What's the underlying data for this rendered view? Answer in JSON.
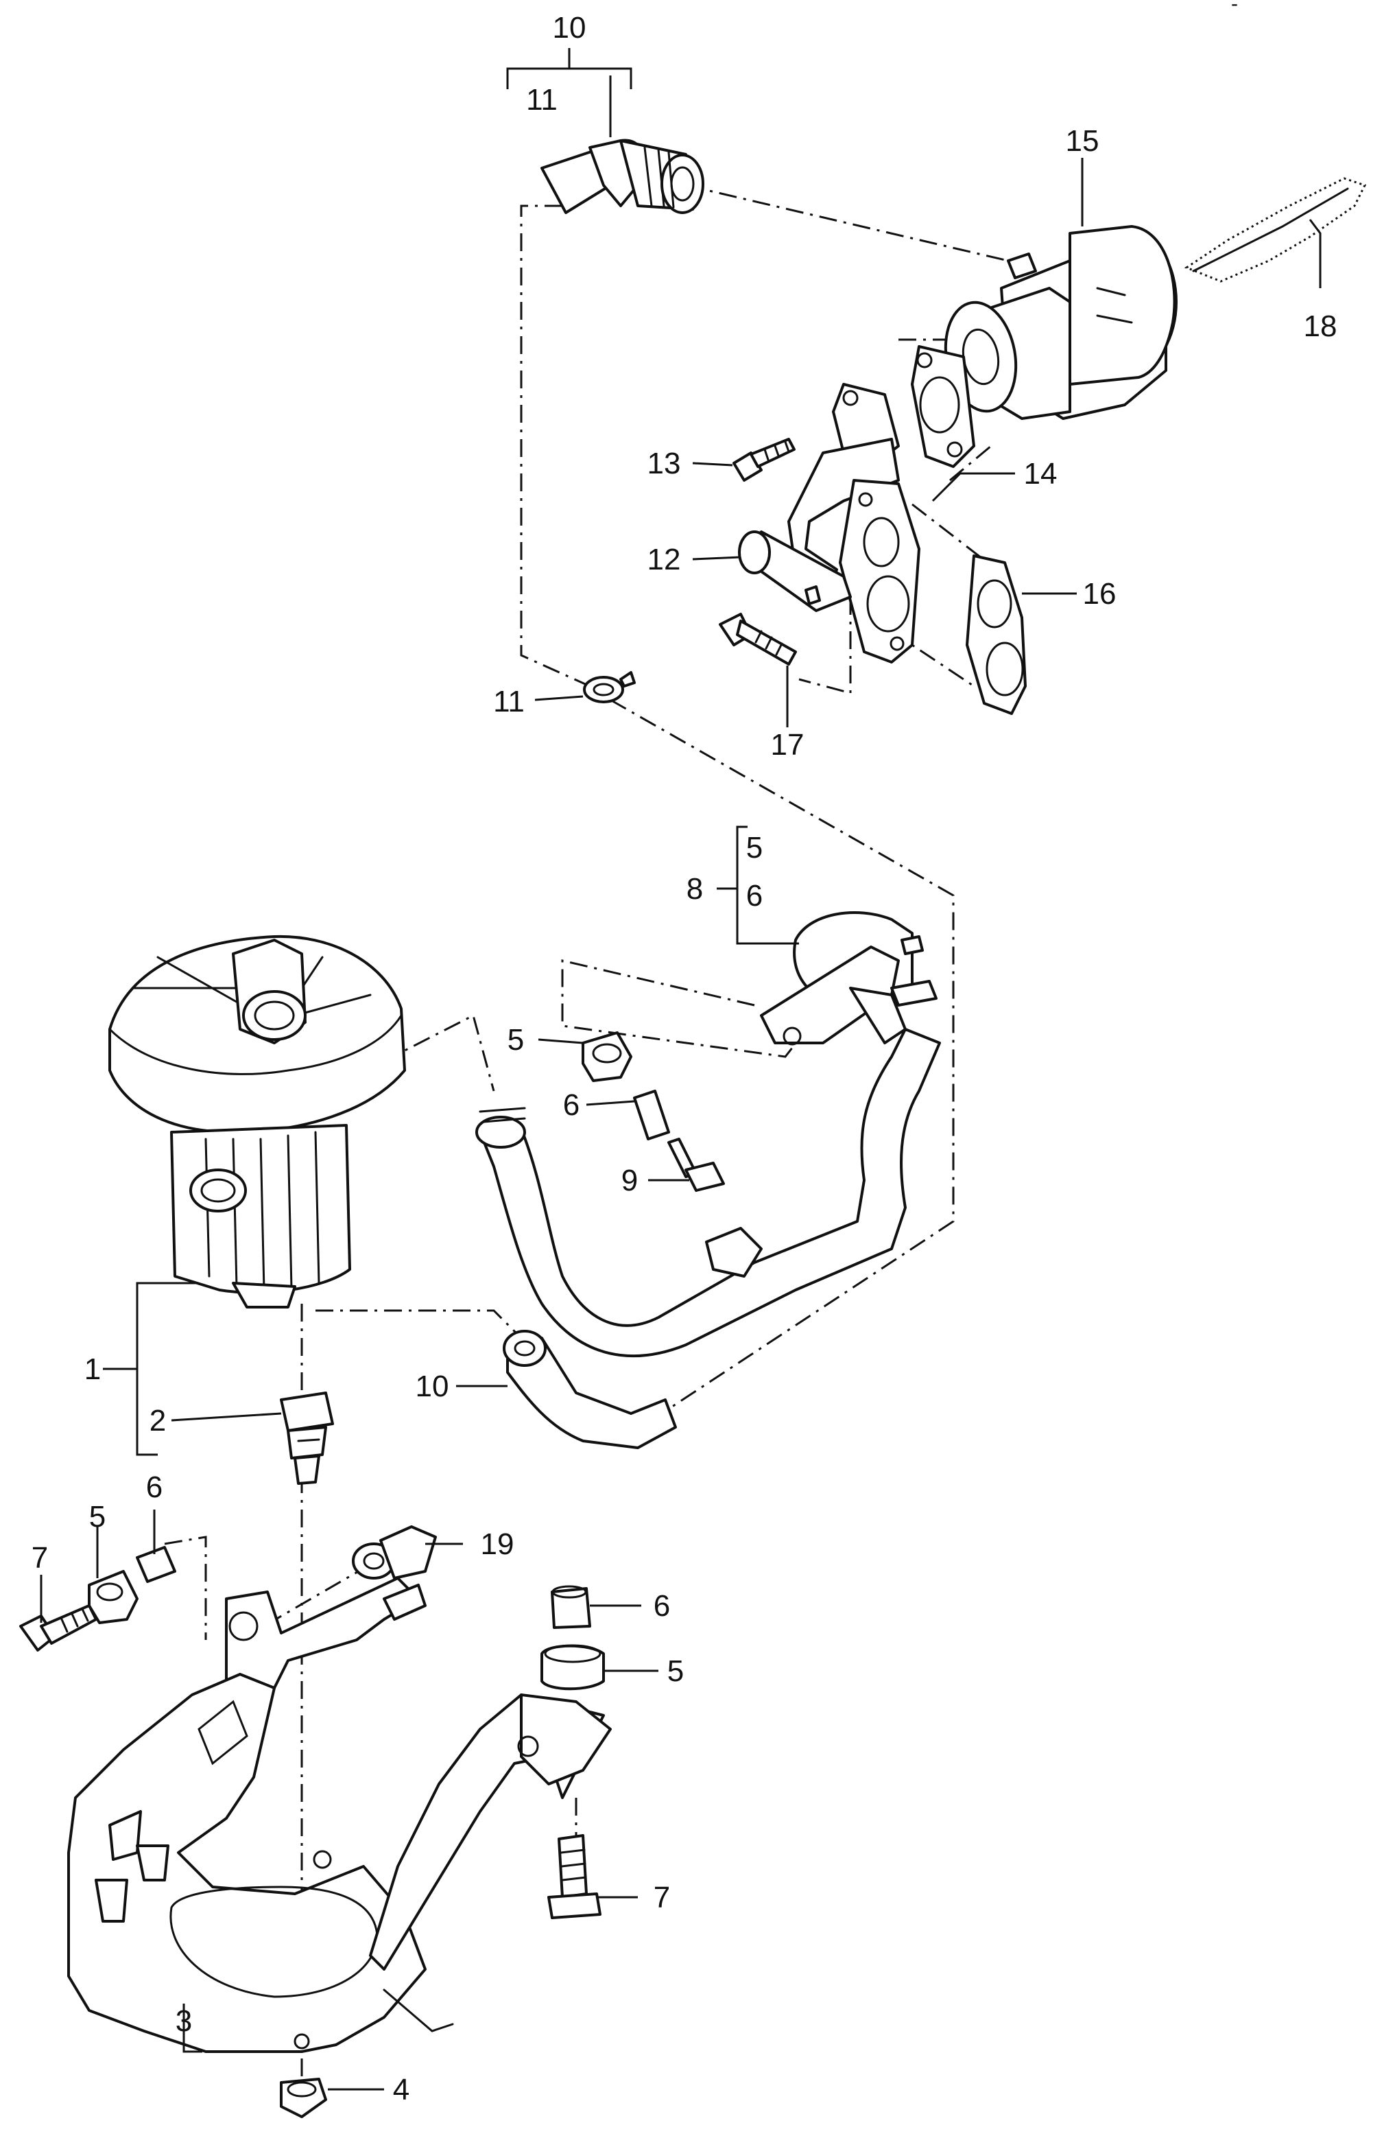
{
  "diagram": {
    "callouts": {
      "c10_top": "10",
      "c11_top": "11",
      "c15": "15",
      "c18": "18",
      "c13": "13",
      "c14": "14",
      "c12": "12",
      "c16": "16",
      "c11_mid": "11",
      "c17": "17",
      "c8": "8",
      "c8_5": "5",
      "c8_6": "6",
      "c5_mid": "5",
      "c6_mid": "6",
      "c9": "9",
      "c1": "1",
      "c2": "2",
      "c10_bot": "10",
      "c6_left": "6",
      "c5_left": "5",
      "c7_left": "7",
      "c19": "19",
      "c6_right": "6",
      "c5_right": "5",
      "c7_right": "7",
      "c3": "3",
      "c4": "4"
    },
    "corner_mark": "-"
  }
}
